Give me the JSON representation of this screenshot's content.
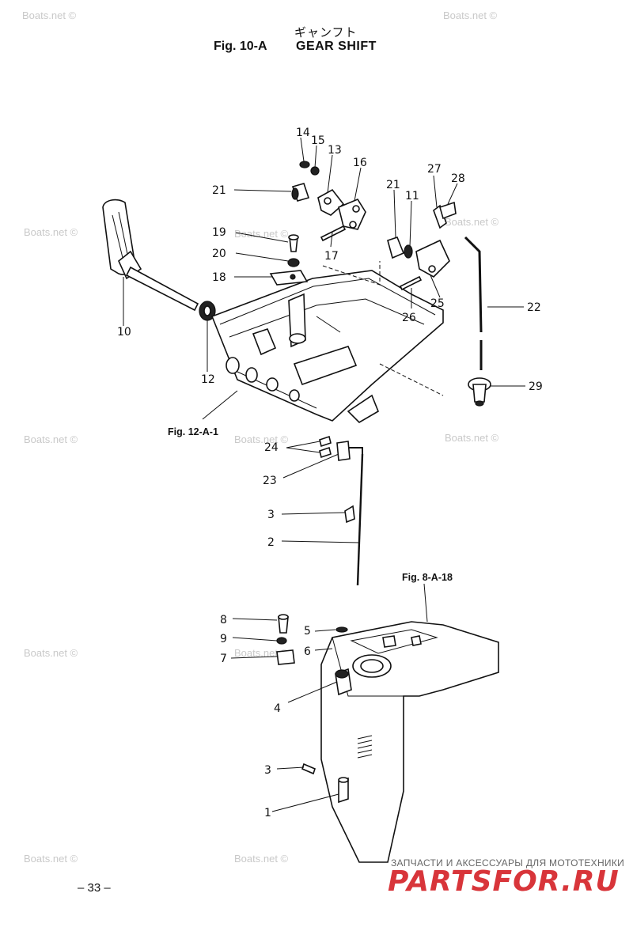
{
  "header": {
    "japanese_title": "ギャンフト",
    "figure_number": "Fig. 10-A",
    "figure_title": "GEAR SHIFT"
  },
  "watermark": "Boats.net ©",
  "cross_refs": {
    "ref_12a1": "Fig. 12-A-1",
    "ref_8a18": "Fig. 8-A-18"
  },
  "parts": {
    "p1": "1",
    "p2": "2",
    "p3a": "3",
    "p3b": "3",
    "p4": "4",
    "p5": "5",
    "p6": "6",
    "p7": "7",
    "p8": "8",
    "p9": "9",
    "p10": "10",
    "p11": "11",
    "p12": "12",
    "p13": "13",
    "p14": "14",
    "p15": "15",
    "p16": "16",
    "p17": "17",
    "p18": "18",
    "p19": "19",
    "p20": "20",
    "p21a": "21",
    "p21b": "21",
    "p22": "22",
    "p23": "23",
    "p24": "24",
    "p25": "25",
    "p26": "26",
    "p27": "27",
    "p28": "28",
    "p29": "29"
  },
  "footer": {
    "page_number": "– 33 –",
    "brand_tagline": "ЗАПЧАСТИ И АКСЕССУАРЫ ДЛЯ МОТОТЕХНИКИ",
    "brand_logo": "PARTSFOR.RU"
  }
}
